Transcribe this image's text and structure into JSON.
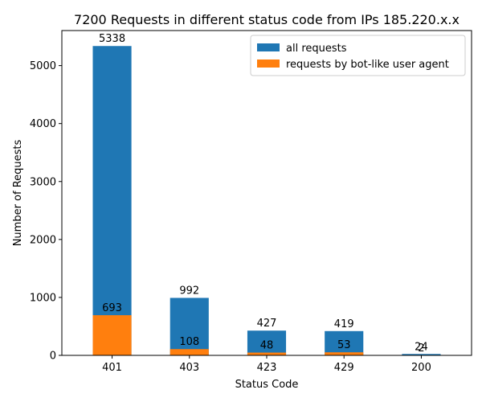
{
  "chart_data": {
    "type": "bar",
    "title": "7200 Requests in different status code from IPs 185.220.x.x",
    "xlabel": "Status Code",
    "ylabel": "Number of Requests",
    "categories": [
      "401",
      "403",
      "423",
      "429",
      "200"
    ],
    "series": [
      {
        "name": "all requests",
        "color": "#1f77b4",
        "values": [
          5338,
          992,
          427,
          419,
          24
        ]
      },
      {
        "name": "requests by bot-like user agent",
        "color": "#ff7f0e",
        "values": [
          693,
          108,
          48,
          53,
          2
        ]
      }
    ],
    "ylim": [
      0,
      5605
    ],
    "yticks": [
      0,
      1000,
      2000,
      3000,
      4000,
      5000
    ],
    "grid": false,
    "legend_position": "top-right",
    "overlay": true
  }
}
